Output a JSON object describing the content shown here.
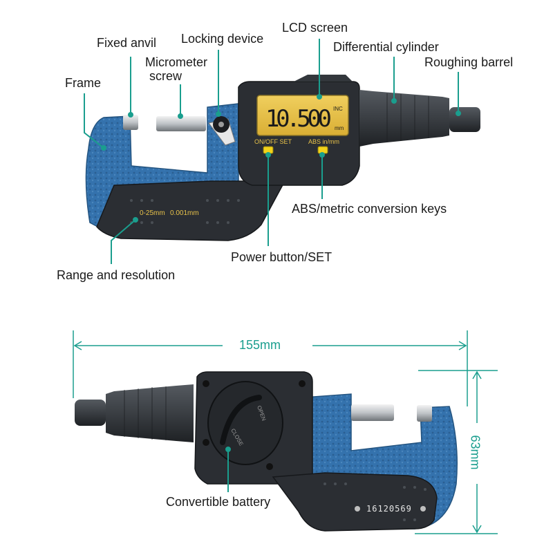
{
  "labels": {
    "fixed_anvil": "Fixed anvil",
    "locking_device": "Locking device",
    "lcd_screen": "LCD screen",
    "micrometer_screw_line1": "Micrometer",
    "micrometer_screw_line2": "screw",
    "differential_cylinder": "Differential cylinder",
    "roughing_barrel": "Roughing barrel",
    "frame": "Frame",
    "abs_metric_keys": "ABS/metric conversion keys",
    "power_button_set": "Power button/SET",
    "range_resolution": "Range and resolution",
    "convertible_battery": "Convertible battery"
  },
  "device": {
    "lcd_reading": "10.500",
    "lcd_unit_top": "INC",
    "lcd_unit_bottom": "mm",
    "btn_left_label": "ON/OFF  SET",
    "btn_right_label": "ABS  in/mm",
    "range_text": "0-25mm",
    "resolution_text": "0.001mm",
    "serial": "16120569",
    "battery_open": "OPEN",
    "battery_close": "CLOSE"
  },
  "dimensions": {
    "length": "155mm",
    "height": "63mm"
  },
  "colors": {
    "frame_blue": "#2f6fa8",
    "body_dark": "#2b2e33",
    "lcd_yellow": "#e8c24a",
    "callout_green": "#1a9e8e",
    "button_yellow": "#f2d21a"
  }
}
